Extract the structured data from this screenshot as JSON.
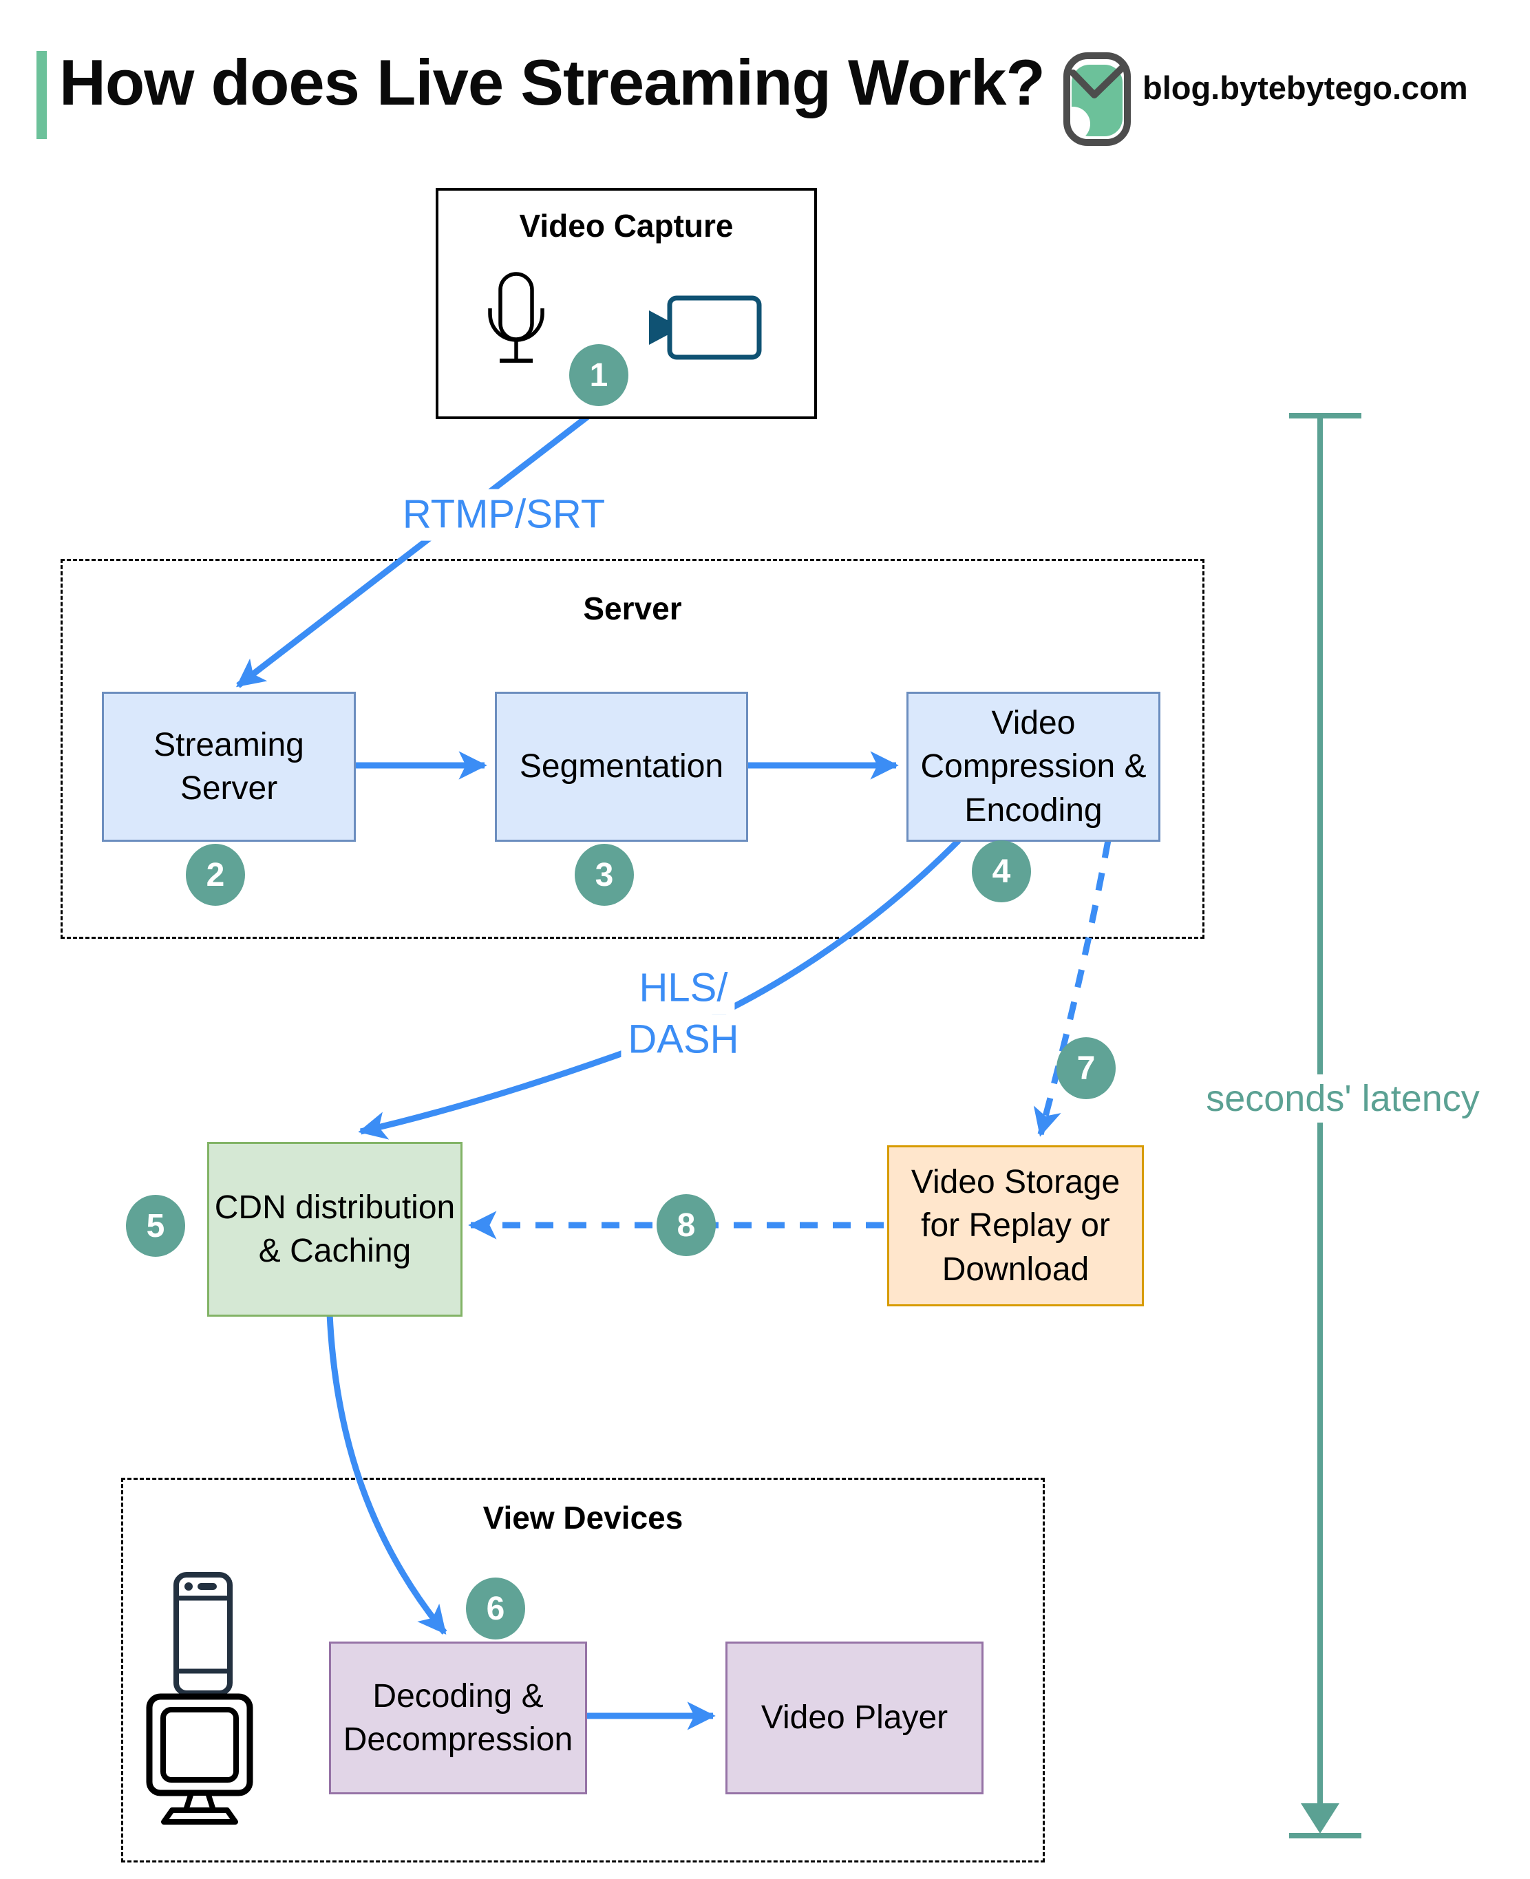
{
  "header": {
    "title": "How does Live Streaming Work?",
    "site": "blog.bytebytego.com"
  },
  "groups": {
    "video_capture": {
      "title": "Video Capture"
    },
    "server": {
      "title": "Server"
    },
    "view_devices": {
      "title": "View Devices"
    }
  },
  "nodes": {
    "streaming_server": {
      "lines": [
        "Streaming",
        "Server"
      ]
    },
    "segmentation": {
      "lines": [
        "Segmentation"
      ]
    },
    "video_compression": {
      "lines": [
        "Video",
        "Compression &",
        "Encoding"
      ]
    },
    "cdn": {
      "lines": [
        "CDN distribution",
        "& Caching"
      ]
    },
    "video_storage": {
      "lines": [
        "Video Storage",
        "for Replay or",
        "Download"
      ]
    },
    "decoding": {
      "lines": [
        "Decoding &",
        "Decompression"
      ]
    },
    "video_player": {
      "lines": [
        "Video Player"
      ]
    }
  },
  "steps": {
    "s1": "1",
    "s2": "2",
    "s3": "3",
    "s4": "4",
    "s5": "5",
    "s6": "6",
    "s7": "7",
    "s8": "8"
  },
  "edge_labels": {
    "rtmp": "RTMP/SRT",
    "hls_line1": "HLS/",
    "hls_line2": "DASH",
    "latency": "seconds' latency"
  },
  "icons": {
    "microphone-icon": "microphone outline glyph",
    "video-camera-icon": "camcorder glyph",
    "smartphone-icon": "smartphone outline glyph",
    "monitor-icon": "desktop monitor outline glyph",
    "bytebytego-owl-logo": "owl mark with green fill"
  },
  "colors": {
    "arrow_blue": "#3b8df5",
    "node_blue_fill": "#dae8fc",
    "node_blue_border": "#6c8ebf",
    "node_green_fill": "#d5e8d4",
    "node_green_border": "#82b366",
    "node_orange_fill": "#ffe6cc",
    "node_orange_border": "#d79b00",
    "node_purple_fill": "#e1d5e7",
    "node_purple_border": "#9673a6",
    "step_circle_teal": "#60a396",
    "latency_teal": "#5ba193",
    "accent_green": "#6cc19a",
    "camera_teal": "#0f5273",
    "phone_navy": "#233140"
  }
}
